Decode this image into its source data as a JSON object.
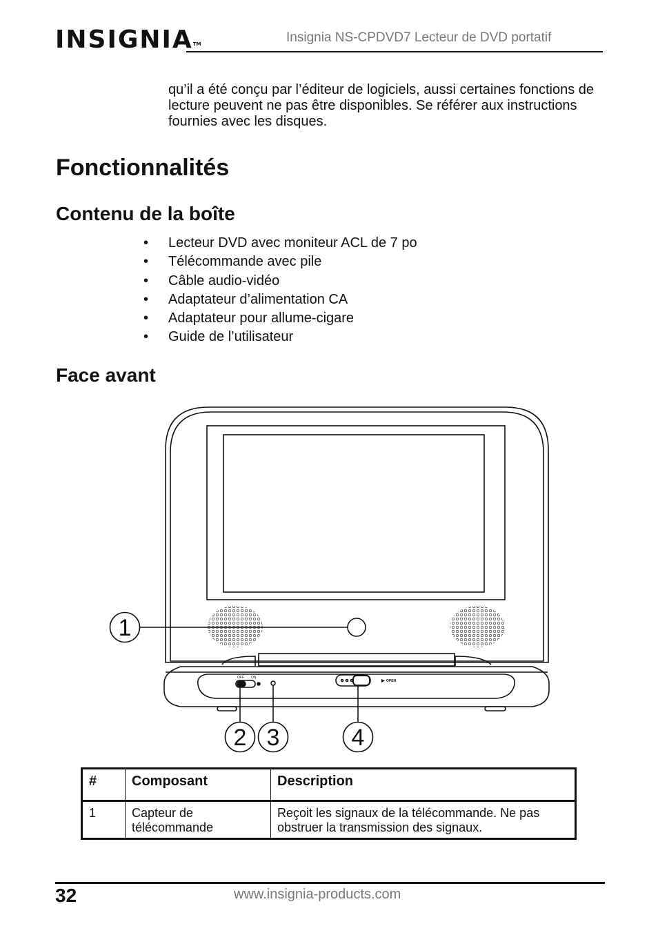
{
  "header": {
    "logo_text": "INSIGNIA",
    "logo_tm": "TM",
    "title": "Insignia NS-CPDVD7 Lecteur de DVD portatif"
  },
  "intro_text": "qu’il a été conçu par l’éditeur de logiciels, aussi certaines fonctions de lecture peuvent ne pas être disponibles. Se référer aux instructions fournies avec les disques.",
  "section_title": "Fonctionnalités",
  "box_contents": {
    "heading": "Contenu de la boîte",
    "bullet": "•",
    "items": [
      "Lecteur DVD avec moniteur ACL de 7 po",
      "Télécommande avec pile",
      "Câble audio-vidéo",
      "Adaptateur d’alimentation CA",
      "Adaptateur pour allume-cigare",
      "Guide de l’utilisateur"
    ]
  },
  "front_panel": {
    "heading": "Face avant",
    "callouts": [
      "1",
      "2",
      "3",
      "4"
    ],
    "switch_labels": [
      "OFF",
      "ON"
    ],
    "open_label": "OPEN"
  },
  "table": {
    "headers": [
      "#",
      "Composant",
      "Description"
    ],
    "rows": [
      [
        "1",
        "Capteur de télécommande",
        "Reçoit les signaux de la télécommande. Ne pas obstruer la transmission des signaux."
      ]
    ]
  },
  "footer": {
    "page_number": "32",
    "url": "www.insignia-products.com"
  }
}
